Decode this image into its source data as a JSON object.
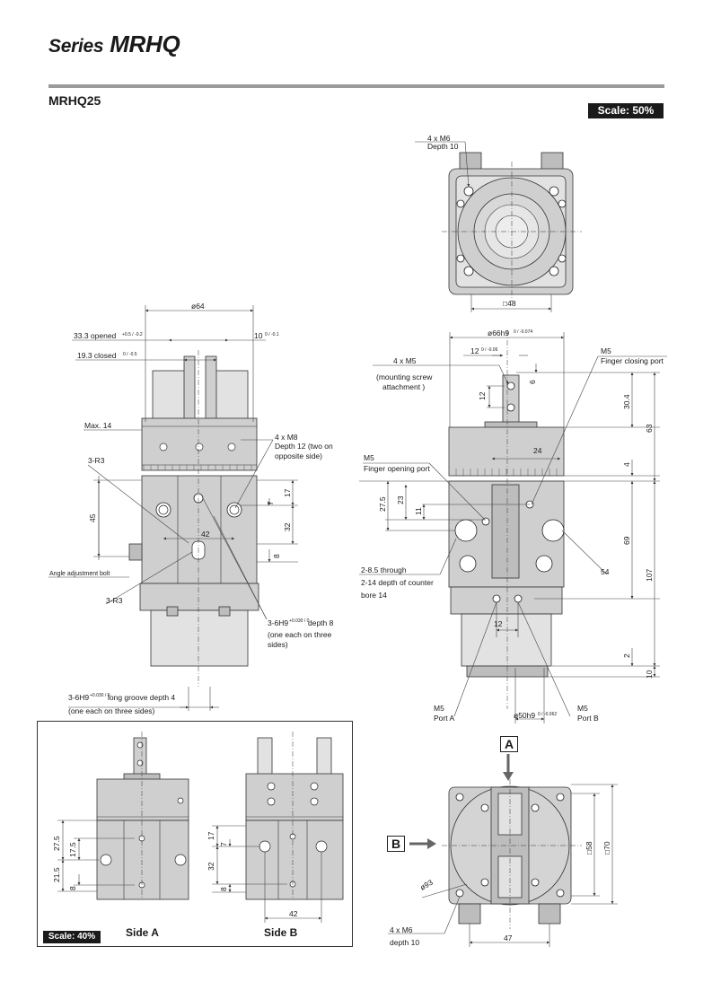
{
  "header": {
    "series_prefix": "Series",
    "series_name": "MRHQ",
    "model": "MRHQ25",
    "scale_main": "Scale: 50%",
    "scale_inset": "Scale: 40%"
  },
  "views": {
    "side_a": "Side A",
    "side_b": "Side B",
    "arrow_a": "A",
    "arrow_b": "B"
  },
  "labels": {
    "top_4xM6": "4 x M6",
    "top_depth10": "Depth 10",
    "top_sq48": "□48",
    "f_d64": "ø64",
    "f_33_3": "33.3 opened",
    "f_33_3_tol": "+0.5 / -0.2",
    "f_19_3": "19.3 closed",
    "f_19_3_tol": "0 / -0.5",
    "f_10": "10",
    "f_10_tol": "0 / -0.1",
    "f_max14": "Max. 14",
    "f_4xM8": "4 x M8",
    "f_depth12": "Depth 12 (two on",
    "f_depth12b": "opposite side)",
    "f_3R3a": "3-R3",
    "f_45": "45",
    "f_17": "17",
    "f_7": "7",
    "f_42": "42",
    "f_32": "32",
    "f_8": "8",
    "f_angle": "Angle adjustment bolt",
    "f_3R3b": "3-R3",
    "f_3_6H9": "3-6H9",
    "f_3_6H9_tol": "+0.030 / 0",
    "f_depth8": "depth 8",
    "f_each3": "(one each on three",
    "f_each3b": "sides)",
    "f_groove": "3-6H9",
    "f_groove_tol": "+0.030 / 0",
    "f_groove2": "long groove depth 4",
    "f_groove3": "(one each on three sides)",
    "r_d66": "ø66h9",
    "r_d66_tol": "0 / -0.074",
    "r_12": "12",
    "r_12_tol": "0 / -0.06",
    "r_4xM5": "4 x M5",
    "r_mount": "(mounting screw",
    "r_mount2": "attachment )",
    "r_m5a": "M5",
    "r_fclose": "Finger closing port",
    "r_6": "6",
    "r_12b": "12",
    "r_30_4": "30.4",
    "r_63": "63",
    "r_m5b": "M5",
    "r_fopen": "Finger opening port",
    "r_24": "24",
    "r_4": "4",
    "r_27_5": "27.5",
    "r_23": "23",
    "r_11": "11",
    "r_69": "69",
    "r_107": "107",
    "r_2_8_5": "2-8.5 through",
    "r_2_14": "2-14 depth of counter",
    "r_bore": "bore 14",
    "r_54": "54",
    "r_12c": "12",
    "r_2": "2",
    "r_10": "10",
    "r_m5c": "M5",
    "r_porta": "Port A",
    "r_d50": "ø50h9",
    "r_d50_tol": "0 / -0.062",
    "r_m5d": "M5",
    "r_portb": "Port B",
    "b_sq58": "□58",
    "b_sq70": "□70",
    "b_d93": "ø93",
    "b_4xM6": "4 x M6",
    "b_depth10": "depth 10",
    "b_47": "47",
    "i_27_5": "27.5",
    "i_17_5": "17.5",
    "i_21_5": "21.5",
    "i_8a": "8",
    "i_17": "17",
    "i_7": "7",
    "i_32": "32",
    "i_8b": "8",
    "i_42": "42"
  },
  "colors": {
    "part_fill": "#cfcfcf",
    "rule": "#9a9a9a",
    "ink": "#1a1a1a"
  }
}
